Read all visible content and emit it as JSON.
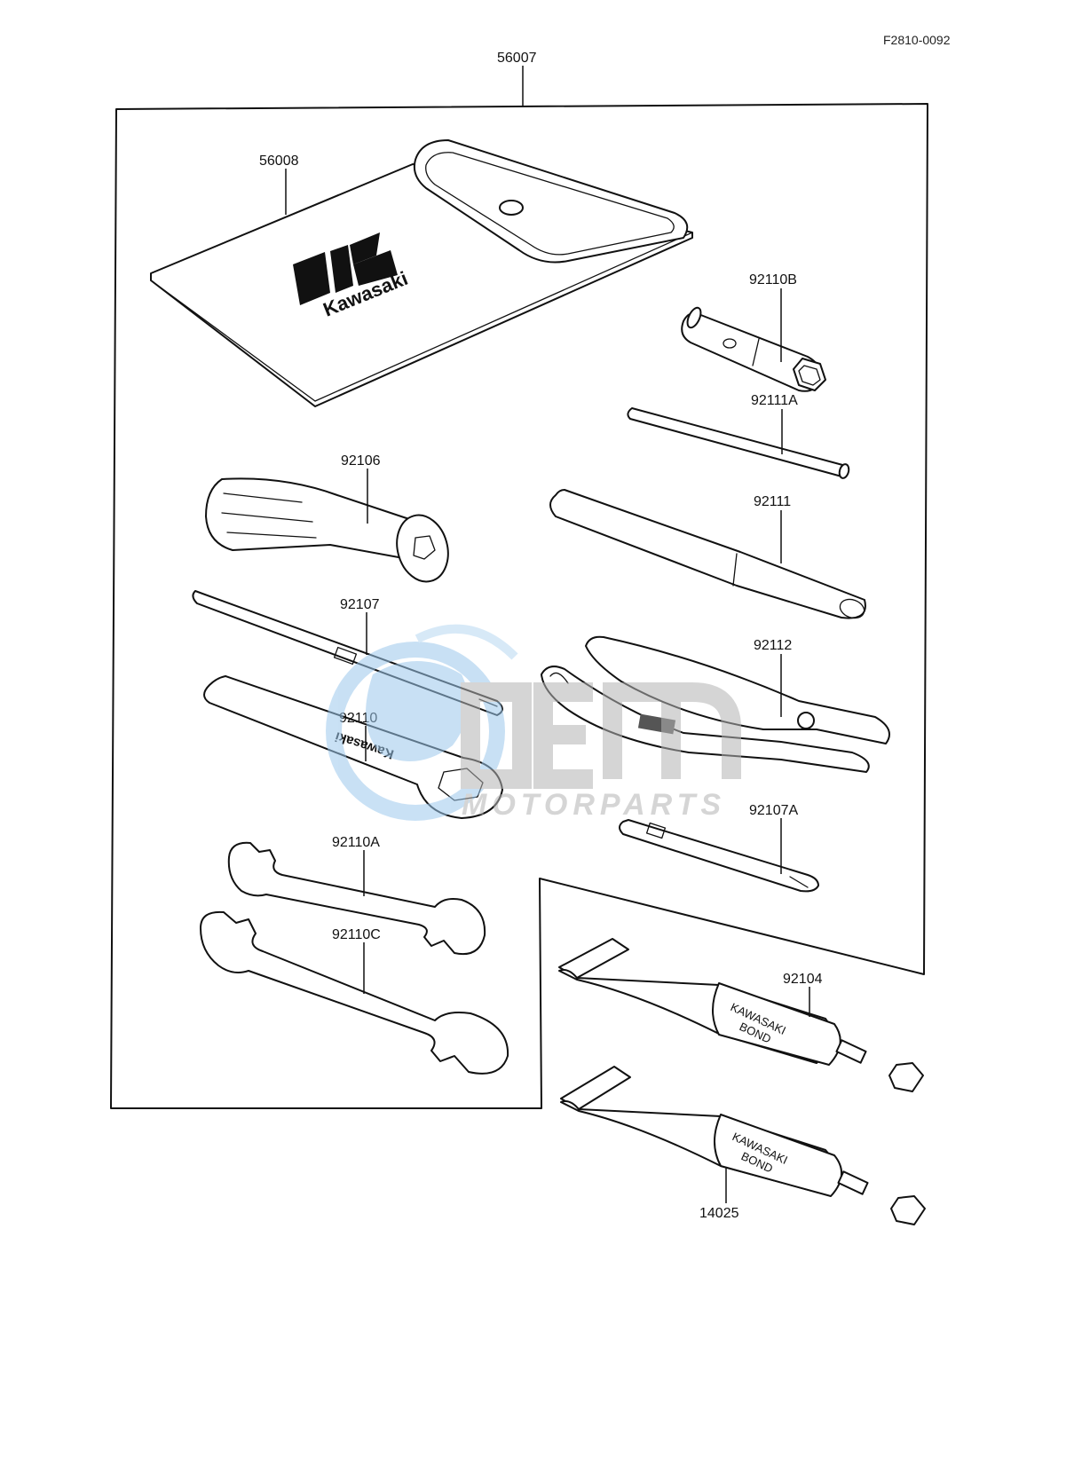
{
  "diagram": {
    "reference_code": "F2810-0092",
    "part_labels": [
      {
        "id": "56007",
        "text": "56007"
      },
      {
        "id": "56008",
        "text": "56008"
      },
      {
        "id": "92110B",
        "text": "92110B"
      },
      {
        "id": "92111A",
        "text": "92111A"
      },
      {
        "id": "92106",
        "text": "92106"
      },
      {
        "id": "92111",
        "text": "92111"
      },
      {
        "id": "92107",
        "text": "92107"
      },
      {
        "id": "92112",
        "text": "92112"
      },
      {
        "id": "92110",
        "text": "92110"
      },
      {
        "id": "92107A",
        "text": "92107A"
      },
      {
        "id": "92110A",
        "text": "92110A"
      },
      {
        "id": "92104",
        "text": "92104"
      },
      {
        "id": "92110C",
        "text": "92110C"
      },
      {
        "id": "14025",
        "text": "14025"
      }
    ],
    "pouch_logo_text": "Kawasaki",
    "wrench_stamp_text": "Kawasaki",
    "tube_labels": {
      "line1": "KAWASAKI",
      "line2": "BOND"
    },
    "watermark": {
      "main": "OEM",
      "sub": "MOTORPARTS"
    },
    "colors": {
      "line": "#111111",
      "watermark_blue": "#9cc8ec",
      "watermark_gray": "#b4b4b4"
    }
  }
}
